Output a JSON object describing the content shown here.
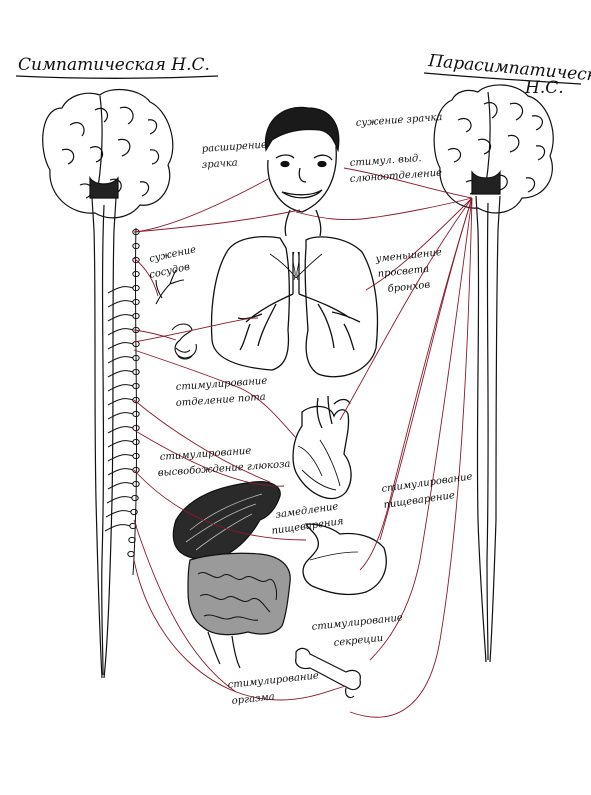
{
  "titles": {
    "left": "Симпатическая Н.С.",
    "right_line1": "Парасимпатическая",
    "right_line2": "Н.С."
  },
  "labels": {
    "pupil_dilation_1": "расширение",
    "pupil_dilation_2": "зрачка",
    "pupil_constriction": "сужение зрачка",
    "salivation_1": "стимул. выд.",
    "salivation_2": "слюноотделение",
    "vasoconstriction_1": "сужение",
    "vasoconstriction_2": "сосудов",
    "bronchi_1": "уменьшение",
    "bronchi_2": "просвета",
    "bronchi_3": "бронхов",
    "sweat_1": "стимулирование",
    "sweat_2": "отделение пота",
    "glucose_1": "стимулирование",
    "glucose_2": "высвобождение глюкоза",
    "digestion_stim_1": "стимулирование",
    "digestion_stim_2": "пищеварение",
    "digestion_slow_1": "замедление",
    "digestion_slow_2": "пищеварения",
    "secretion_1": "стимулирование",
    "secretion_2": "секреции",
    "orgasm_1": "стимулирование",
    "orgasm_2": "оргазма"
  },
  "colors": {
    "ink": "#111111",
    "nerve": "#8b1a2b",
    "tissue": "#9a9a9a",
    "background": "#ffffff"
  }
}
